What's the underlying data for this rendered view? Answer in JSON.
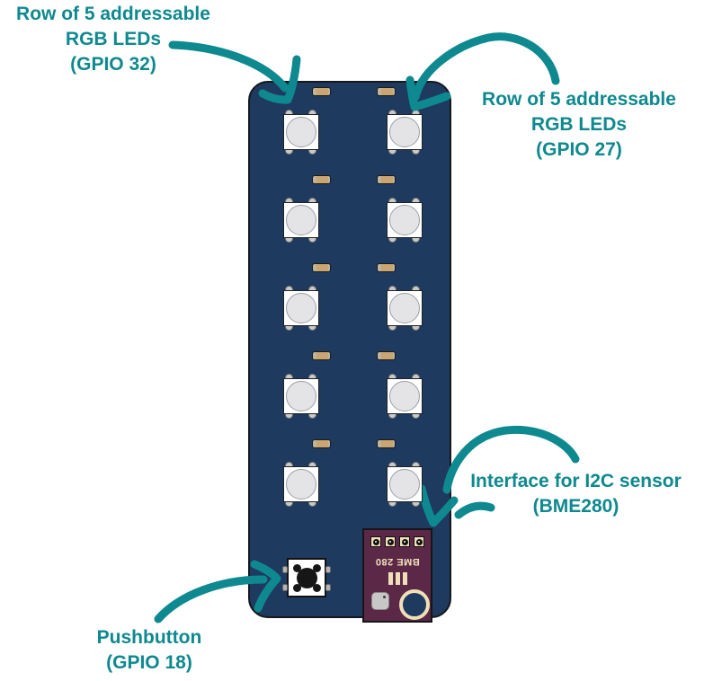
{
  "colors": {
    "accent_teal": "#0E898F",
    "board_navy": "#1E3A5F",
    "module_maroon": "#5B2847",
    "pad_cream": "#EFE0B8",
    "background": "#FFFFFF"
  },
  "annotations": {
    "led_row_left": {
      "lines": [
        "Row of 5 addressable",
        "RGB LEDs",
        "(GPIO 32)"
      ]
    },
    "led_row_right": {
      "lines": [
        "Row of 5 addressable",
        "RGB LEDs",
        "(GPIO 27)"
      ]
    },
    "i2c": {
      "lines": [
        "Interface for I2C sensor",
        "(BME280)"
      ]
    },
    "pushbutton": {
      "lines": [
        "Pushbutton",
        "(GPIO 18)"
      ]
    }
  },
  "board": {
    "bme280_module_text": "BME 280",
    "rgb_led_count": 10,
    "resistor_count": 10,
    "led_rows": 5,
    "led_columns": 2
  },
  "components": {
    "rgb_led": "addressable-rgb-led",
    "resistor": "smd-resistor",
    "pushbutton": "tactile-pushbutton",
    "bme280_module": "bme280-sensor-module",
    "mounting_hole": "mounting-hole"
  }
}
